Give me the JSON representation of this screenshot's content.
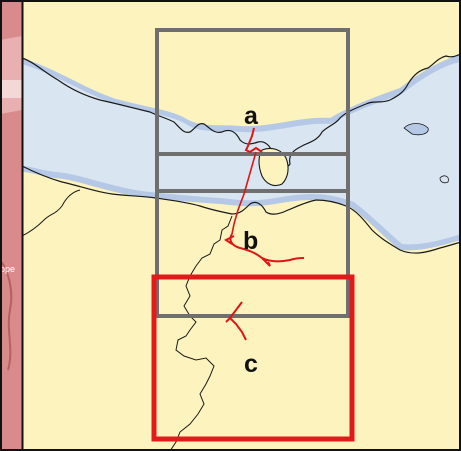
{
  "map": {
    "labels": [
      {
        "id": "a",
        "text": "a"
      },
      {
        "id": "b",
        "text": "b"
      },
      {
        "id": "c",
        "text": "c"
      }
    ],
    "colors": {
      "land": "#fdf3bf",
      "water": "#d9e6f2",
      "water_edge": "#b5c8e6",
      "coast": "#1a1a1a",
      "grid_frame": "#6f6f6f",
      "highlight_frame": "#e41a1a",
      "route": "#e01515",
      "inset_map": "#d98a8a"
    },
    "partial_text_left": "ope"
  }
}
